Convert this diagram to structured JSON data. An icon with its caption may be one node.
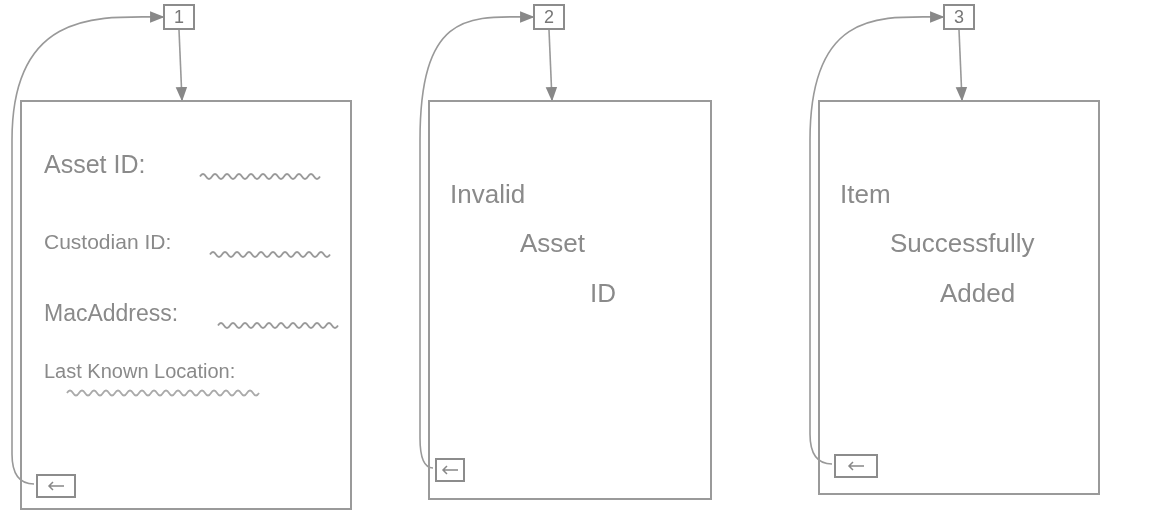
{
  "diagram": {
    "nodes": [
      {
        "text": [
          "1"
        ]
      },
      {
        "text": [
          "Asset ID:",
          "Custodian ID:",
          "MacAddress:",
          "Last Known Location:"
        ]
      },
      {
        "text": [],
        "shape": "box",
        "in": 1
      },
      {
        "text": [
          "2"
        ]
      },
      {
        "text": [
          "Invalid Asset ID"
        ]
      },
      {
        "text": [],
        "shape": "box",
        "in": 4
      },
      {
        "text": [
          "3"
        ]
      },
      {
        "text": [
          "Item Successfully Added"
        ]
      },
      {
        "text": [],
        "shape": "box",
        "in": 7
      }
    ],
    "edges": [
      {
        "from": 0,
        "to": 1,
        "arrow": "to"
      },
      {
        "from": 2,
        "to": 0,
        "arrow": "to"
      },
      {
        "from": 3,
        "to": 4,
        "arrow": "to"
      },
      {
        "from": 5,
        "to": 3,
        "arrow": "to"
      },
      {
        "from": 6,
        "to": 7,
        "arrow": "to"
      },
      {
        "from": 8,
        "to": 6,
        "arrow": "to"
      }
    ]
  }
}
